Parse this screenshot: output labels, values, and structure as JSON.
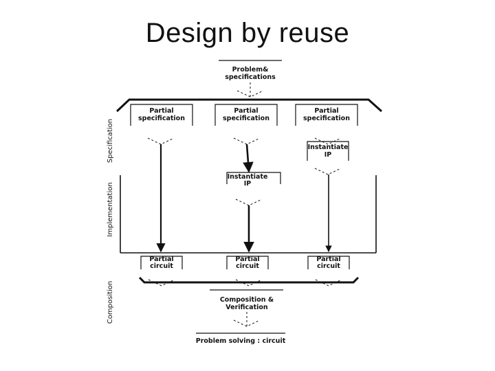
{
  "slide": {
    "title": "Design by reuse"
  },
  "diagram": {
    "problem": [
      "Problem&",
      "specifications"
    ],
    "partial_specs": [
      [
        "Partial",
        "specification"
      ],
      [
        "Partial",
        "specification"
      ],
      [
        "Partial",
        "specification"
      ]
    ],
    "instantiate_right": [
      "Instantiate",
      "IP"
    ],
    "instantiate_middle": [
      "Instantiate",
      "IP"
    ],
    "partial_circuits": [
      [
        "Partial",
        "circuit"
      ],
      [
        "Partial",
        "circuit"
      ],
      [
        "Partial",
        "circuit"
      ]
    ],
    "composition": [
      "Composition &",
      "Verification"
    ],
    "result": [
      "Problem solving : circuit"
    ],
    "side_labels": [
      "Specification",
      "Implementation",
      "Composition"
    ]
  }
}
